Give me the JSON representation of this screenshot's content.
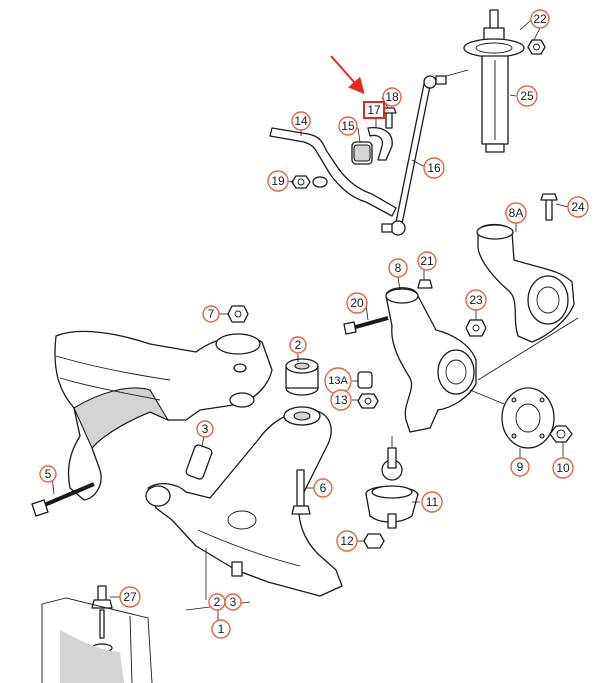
{
  "diagram": {
    "highlight_color": "#e8261c",
    "callout_color": "#e0663d",
    "callouts": {
      "c22": "22",
      "c25": "25",
      "c18": "18",
      "c17": "17",
      "c14": "14",
      "c15": "15",
      "c16": "16",
      "c19": "19",
      "c8a": "8A",
      "c24": "24",
      "c8": "8",
      "c21": "21",
      "c20": "20",
      "c23": "23",
      "c7": "7",
      "c2": "2",
      "c13a": "13A",
      "c13": "13",
      "c3": "3",
      "c6": "6",
      "c9": "9",
      "c10": "10",
      "c5": "5",
      "c11": "11",
      "c12": "12",
      "c27": "27",
      "c2b": "2",
      "c3b": "3",
      "c1": "1"
    }
  }
}
